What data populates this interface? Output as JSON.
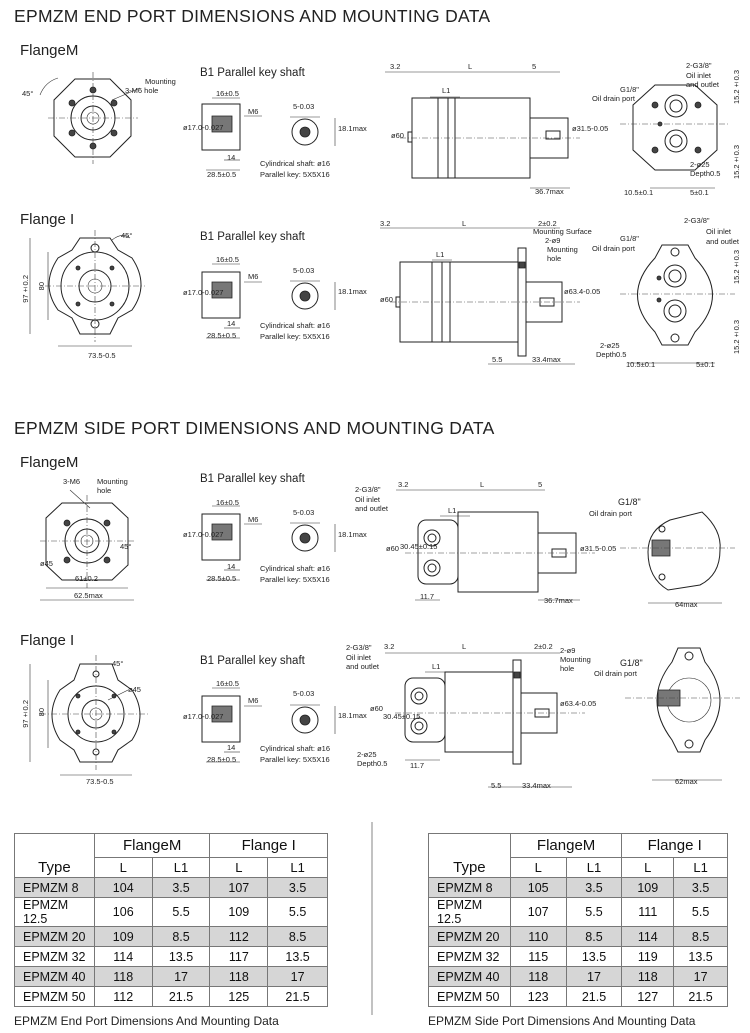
{
  "end_port": {
    "title": "EPMZM END PORT DIMENSIONS AND MOUNTING DATA",
    "flange_m": {
      "label": "FlangeM",
      "front": {
        "angle": "45°",
        "mounting_hole": "Mounting",
        "mounting_hole2": "3-M6 hole"
      },
      "shaft": {
        "title": "B1 Parallel key shaft",
        "d16": "16±0.5",
        "m6": "M6",
        "key_w": "5-0.03",
        "key_h": "18.1max",
        "dia": "ø17.0-0.027",
        "len14": "14",
        "len28": "28.5±0.5",
        "cyl": "Cylindrical shaft: ø16",
        "key": "Parallel key: 5X5X16"
      },
      "side": {
        "d32": "3.2",
        "L": "L",
        "L1": "L1",
        "d5": "5",
        "d60": "ø60",
        "d315": "ø31.5-0.05",
        "d367": "36.7max"
      },
      "rear": {
        "g38": "2-G3/8\"",
        "inlet": "Oil inlet",
        "outlet": "and outlet",
        "g18": "G1/8\"",
        "drain": "Oil drain port",
        "d152a": "15.2±0.3",
        "d25": "2-ø25",
        "depth": "Depth0.5",
        "d152b": "15.2±0.3",
        "d105": "10.5±0.1",
        "d5": "5±0.1"
      }
    },
    "flange_i": {
      "label": "Flange I",
      "front": {
        "angle": "45°",
        "d97": "97±0.2",
        "d80": "80",
        "d73": "73.5-0.5"
      },
      "shaft": {
        "title": "B1 Parallel key shaft",
        "d16": "16±0.5",
        "m6": "M6",
        "key_w": "5-0.03",
        "key_h": "18.1max",
        "dia": "ø17.0-0.027",
        "len14": "14",
        "len28": "28.5±0.5",
        "cyl": "Cylindrical shaft: ø16",
        "key": "Parallel key: 5X5X16"
      },
      "side": {
        "d32": "3.2",
        "L": "L",
        "L1": "L1",
        "d2": "2±0.2",
        "surface": "Mounting Surface",
        "d9": "2-ø9",
        "mh1": "Mounting",
        "mh2": "hole",
        "d60": "ø60",
        "d63": "ø63.4-0.05",
        "d55": "5.5",
        "d334": "33.4max"
      },
      "rear": {
        "g38": "2-G3/8\"",
        "inlet": "Oil inlet",
        "outlet": "and outlet",
        "g18": "G1/8\"",
        "drain": "Oil drain port",
        "d152a": "15.2±0.3",
        "d152b": "15.2±0.3",
        "d25": "2-ø25",
        "depth": "Depth0.5",
        "d105": "10.5±0.1",
        "d5": "5±0.1"
      }
    }
  },
  "side_port": {
    "title": "EPMZM SIDE PORT DIMENSIONS AND MOUNTING DATA",
    "flange_m": {
      "label": "FlangeM",
      "front": {
        "m6": "3-M6",
        "mh1": "Mounting",
        "mh2": "hole",
        "d45": "ø45",
        "angle": "45°",
        "d61": "61±0.2",
        "d625": "62.5max"
      },
      "shaft": {
        "title": "B1 Parallel key shaft",
        "d16": "16±0.5",
        "m6": "M6",
        "key_w": "5-0.03",
        "key_h": "18.1max",
        "dia": "ø17.0-0.027",
        "len14": "14",
        "len28": "28.5±0.5",
        "cyl": "Cylindrical shaft: ø16",
        "key": "Parallel key: 5X5X16"
      },
      "side": {
        "g38": "2-G3/8\"",
        "inlet": "Oil inlet",
        "outlet": "and outlet",
        "d32": "3.2",
        "L": "L",
        "L1": "L1",
        "d5": "5",
        "d60": "ø60",
        "d3045": "30.45±0.15",
        "d315": "ø31.5-0.05",
        "d117": "11.7",
        "d367": "36.7max"
      },
      "rear": {
        "g18": "G1/8\"",
        "drain": "Oil drain port",
        "d64": "64max"
      }
    },
    "flange_i": {
      "label": "Flange I",
      "front": {
        "angle": "45°",
        "d45": "ø45",
        "d97": "97±0.2",
        "d80": "80",
        "d73": "73.5-0.5"
      },
      "shaft": {
        "title": "B1 Parallel key shaft",
        "d16": "16±0.5",
        "m6": "M6",
        "key_w": "5-0.03",
        "key_h": "18.1max",
        "dia": "ø17.0-0.027",
        "len14": "14",
        "len28": "28.5±0.5",
        "cyl": "Cylindrical shaft: ø16",
        "key": "Parallel key: 5X5X16"
      },
      "side": {
        "g38": "2-G3/8\"",
        "inlet": "Oil inlet",
        "outlet": "and outlet",
        "d32": "3.2",
        "L": "L",
        "L1": "L1",
        "d2": "2±0.2",
        "d9": "2-ø9",
        "mh1": "Mounting",
        "mh2": "hole",
        "d60": "ø60",
        "d3045": "30.45±0.15",
        "d63": "ø63.4-0.05",
        "d25": "2-ø25",
        "depth": "Depth0.5",
        "d117": "11.7",
        "d55": "5.5",
        "d334": "33.4max"
      },
      "rear": {
        "g18": "G1/8\"",
        "drain": "Oil drain port",
        "d62": "62max"
      }
    }
  },
  "tables": [
    {
      "caption": "EPMZM End Port Dimensions And Mounting Data",
      "groups": [
        "FlangeM",
        "Flange I"
      ],
      "headers": [
        "Type",
        "L",
        "L1",
        "L",
        "L1"
      ],
      "rows": [
        [
          "EPMZM 8",
          "104",
          "3.5",
          "107",
          "3.5"
        ],
        [
          "EPMZM 12.5",
          "106",
          "5.5",
          "109",
          "5.5"
        ],
        [
          "EPMZM 20",
          "109",
          "8.5",
          "112",
          "8.5"
        ],
        [
          "EPMZM 32",
          "114",
          "13.5",
          "117",
          "13.5"
        ],
        [
          "EPMZM 40",
          "118",
          "17",
          "118",
          "17"
        ],
        [
          "EPMZM 50",
          "112",
          "21.5",
          "125",
          "21.5"
        ]
      ]
    },
    {
      "caption": "EPMZM Side Port Dimensions And Mounting Data",
      "groups": [
        "FlangeM",
        "Flange I"
      ],
      "headers": [
        "Type",
        "L",
        "L1",
        "L",
        "L1"
      ],
      "rows": [
        [
          "EPMZM 8",
          "105",
          "3.5",
          "109",
          "3.5"
        ],
        [
          "EPMZM 12.5",
          "107",
          "5.5",
          "111",
          "5.5"
        ],
        [
          "EPMZM 20",
          "110",
          "8.5",
          "114",
          "8.5"
        ],
        [
          "EPMZM 32",
          "115",
          "13.5",
          "119",
          "13.5"
        ],
        [
          "EPMZM 40",
          "118",
          "17",
          "118",
          "17"
        ],
        [
          "EPMZM 50",
          "123",
          "21.5",
          "127",
          "21.5"
        ]
      ]
    }
  ]
}
